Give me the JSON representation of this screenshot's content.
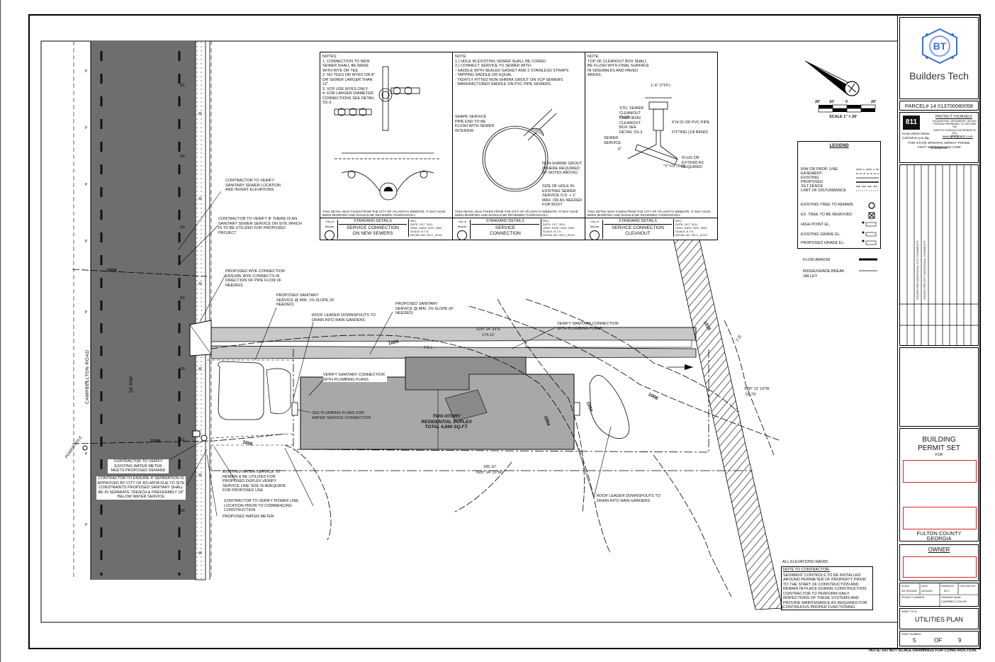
{
  "title_block": {
    "company": "Builders Tech",
    "logo_letters": "BT",
    "parcel": "PARCEL# 14 013700080058",
    "call811": {
      "number": "811",
      "protect": "PROTECT YOURSELF",
      "lines": [
        "EXCAVATORS, DESIGNERS, OR ANY",
        "PERSON PREPARING TO DISTURB THE",
        "EARTH'S SURFACE ANYWHERE IN ANY",
        "STATE"
      ],
      "know_what": "Know what's below.",
      "call_before": "Call before you dig.",
      "website": "www.georgia811.com",
      "state_numbers": "FOR STATE SPECIFIC DIRECT PHONE NUMBERS",
      "visit": "VISIT: WWW.CALL811.COM"
    },
    "revision_text_1": "ISSUED PER ADDITIONAL CITY COMMENTS",
    "revision_text_2": "ISSUED PER CITY ADDITIONAL COMMENTS",
    "permit_title_1": "BUILDING",
    "permit_title_2": "PERMIT SET",
    "permit_for": "FOR",
    "county": "FULTON COUNTY",
    "state": "GEORGIA",
    "owner_label": "OWNER",
    "scale_label": "SCALE",
    "scale_value": "AS SHOWN",
    "date_label": "DATE",
    "date_value": "04/03/26",
    "drawn_label": "DRAWN BY",
    "drawn_value": "BTC",
    "checked_label": "CHECKED BY",
    "project_number_label": "PROJECT NUMBER",
    "drawing_name_label": "DRAWING NAME",
    "drawing_name_value": "CAMPBELLTON RD",
    "sheet_title_label": "SHEET TITLE",
    "sheet_title": "UTILITIES PLAN",
    "sheet_number_label": "SHEET NUMBER",
    "sheet_number": "5",
    "sheet_of": "OF",
    "sheet_total": "9",
    "footer": "NOTE: DO NOT SCALE DRAWINGS FOR CONSTRUCTION."
  },
  "scale_bar": {
    "labels": [
      "20'",
      "10'",
      "0",
      "20'"
    ],
    "caption": "SCALE 1\" = 20'"
  },
  "details": [
    {
      "notes_title": "NOTES:",
      "notes": [
        "1. CONNECTION TO NEW SEWER SHALL BE MADE WITH WYE OR TEE.",
        "2. NO TEES OR WYES ON 8\" OR SEWER LARGER THAN 12\".",
        "3. VCP USE WYES ONLY.",
        "4. FOR LARGER DIAMETER CONNECTIONS SEE DETAIL SS-3."
      ],
      "disclaimer": "THIS DETAIL WAS TAKEN FROM THE CITY OF ATLANTA'S WEBSITE. IT MAY HAVE BEEN MODIFIED AND SHOULD BE REVIEWED THOROUGHLY.",
      "header": "STANDARD DETAILS",
      "title_1": "SERVICE CONNECTION",
      "title_2": "ON NEW SEWERS",
      "rev": "REV.",
      "date": "DATE: OCT. 2011",
      "orig": "ORIG. DATE: NOV. 2004",
      "scale": "SCALE: N.T.S.",
      "detail_no": "DETAIL NO. SS-C_SC01",
      "city": "City of Atlanta"
    },
    {
      "notes_title": "NOTE:",
      "notes": [
        "1.) HOLE IN EXISTING SEWER SHALL BE CORED.",
        "2.) CONNECT SERVICE TO SEWER WITH:",
        "- SADDLE WITH SEALED GASKET AND 2 STAINLESS STRAPS",
        "- TAPPING SADDLE OR EQUAL",
        "- TIGHTLY FITTED NON-SHRINK GROUT ON VCP SEWERS",
        "- MANUFACTURED SADDLE ON PVC PIPE SEWERS"
      ],
      "callouts": [
        "SHAPE SERVICE PIPE END TO BE FLUSH WITH SEWER INTERIOR",
        "NON-SHRINK GROUT (WHERE REQUIRED BY NOTES ABOVE)",
        "SIZE OF HOLE IN EXISTING SEWER SERVICE O.D. + 1\" MAX. OR AS NEEDED FOR BOOT"
      ],
      "disclaimer": "THIS DETAIL WAS TAKEN FROM THE CITY OF ATLANTA'S WEBSITE. IT MAY HAVE BEEN MODIFIED AND SHOULD BE REVIEWED THOROUGHLY.",
      "header": "STANDARD DETAILS",
      "title_1": "SERVICE",
      "title_2": "CONNECTION",
      "rev": "REV.",
      "date": "DATE: OCT. 2011",
      "orig": "ORIG. DATE: NOV. 2004",
      "scale": "SCALE: N.T.S.",
      "detail_no": "DETAIL NO. SS-C_SC02",
      "city": "City of Atlanta"
    },
    {
      "notes_title": "NOTE:",
      "notes": [
        "TOP OF CLEANOUT BOX SHALL BE FLUSH WITH FINAL SURFACE IN SIDEWALKS AND PAVED AREAS."
      ],
      "callouts": [
        "STD. SEWER CLEANOUT PLUG",
        "CAST IRON CLEANOUT BOX SEE DETAIL SS-3",
        "SEWER SERVICE",
        "6\"",
        "6\"/4 DI OR PVC PIPE",
        "FITTING (1/8 BEND)",
        "PLUG OR EXTEND AS REQUIRED",
        "\"Y\" FITTING"
      ],
      "dimension": "1'-6\" (TYP.)",
      "disclaimer": "THIS DETAIL WAS TAKEN FROM THE CITY OF ATLANTA'S WEBSITE. IT MAY HAVE BEEN MODIFIED AND SHOULD BE REVIEWED THOROUGHLY.",
      "header": "STANDARD DETAILS",
      "title_1": "SERVICE CONNECTION",
      "title_2": "CLEANOUT",
      "rev": "REV.",
      "date": "DATE: OCT. 2011",
      "orig": "ORIG. DATE: NOV. 2004",
      "scale": "SCALE: N.T.S.",
      "detail_no": "DETAIL NO. SS-C_SC03",
      "city": "City of Atlanta"
    }
  ],
  "legend": {
    "title": "LEGEND",
    "items": [
      "R/W OR PROP. LINE",
      "EASEMENT",
      "EXISTING",
      "PROPOSED",
      "SILT FENCE",
      "LIMIT OF DISTURBANCE",
      "EXISTING TREE TO REMAIN",
      "EX. TREE TO BE REMOVED",
      "HIGH POINT EL.",
      "EXISTING GRADE EL.",
      "PROPOSED GRADE EL.",
      "FLOW ARROW",
      "RIDGE/GRADE BREAK VALLEY"
    ]
  },
  "plan": {
    "road_name": "CAMPBELLTON ROAD",
    "road_rw": "50' R/W",
    "contour_1004_a": "1004",
    "contour_1004_b": "1004",
    "contour_1004_c": "1004",
    "contour_1006": "1006",
    "contour_1008": "1008",
    "contour_1010": "1010",
    "contour_1004_d": "1004",
    "contour_1004_e": "1004",
    "bearing_top": "S29° 24' 33\"E",
    "dist_top": "174.12'",
    "bearing_bottom": "N29° 24' 33\"W",
    "dist_bottom": "185.10'",
    "bearing_right": "S48° 12' 19\"W",
    "dist_right": "51.79'",
    "building_1": "TWO-STORY",
    "building_2": "RESIDENTIAL DUPLEX",
    "building_3": "TOTAL 4,840 SQ.FT.",
    "angle_label": "7.0'",
    "power_pole": "POWER POLE",
    "tel": "T.E.L.",
    "notes": {
      "verify_sewer": "CONTRACTOR TO VERIFY SANITARY SEWER LOCATION AND INVERT ELEVATIONS",
      "verify_existing": "CONTRACTOR TO VERIFY IF THERE IS AN SANITARY SEWER SERVICE ON SITE WHICH IS TO BE UTILIZED FOR PROPOSED PROJECT",
      "wye": "PROPOSED WYE CONNECTION ENSURE WYE CONNECTS IN DIRECTION OF PIPE FLOW (IF NEEDED)",
      "san_service_1": "PROPOSED SANITARY SERVICE @ MIN. 1% SLOPE (IF NEEDED)",
      "san_service_2": "PROPOSED SANITARY SERVICE @ MIN. 1% SLOPE (IF NEEDED)",
      "roof_leader_1": "ROOF LEADER DOWNSPOUTS TO DRAIN INTO RAIN GARDENS",
      "verify_plumbing_1": "VERIFY SANITARY CONNECTION WITH PLUMBING PLANS",
      "verify_plumbing_2": "VERIFY SANITARY CONNECTION WITH PLUMBING PLANS",
      "see_plumbing": "SEE PLUMBING PLANS FOR WATER SERVICE CONNECTION",
      "verify_meter": "CONTRACTOR TO VERIFY EXISTING WATER METER MEETS PROPOSED DEMAND",
      "separation": "CONTRACTOR TO ENSURE 4' SEPARATION IS APPROVED BY CITY OF ATLANTA DUE TO SITE CONSTRAINTS PROPOSED SANITARY SHALL BE IN SEPARATE TRENCH & PREFERABLY 18\" BELOW WATER SERVICE",
      "existing_water": "EXISTING WATER SERVICE TO REMAIN & BE UTILIZED FOR PROPOSED DUPLEX VERIFY SERVICE LINE SIZE IS ADEQUATE FOR PROPOSED USE",
      "power_line": "CONTRACTOR TO VERIFY POWER LINE LOCATION PRIOR TO COMMENCING CONSTRUCTION",
      "water_meter": "PROPOSED WATER METER",
      "roof_leader_2": "ROOF LEADER DOWNSPOUTS TO DRAIN INTO RAIN GARDENS",
      "elevations": "ALL ELEVATIONS NAD83",
      "contractor_title": "NOTE TO CONTRACTOR:",
      "contractor_body": "SEDIMENT CONTROLS TO BE INSTALLED AROUND PERIMETER OF PROPERTY PRIOR TO THE START OF CONSTRUCTION AND REMAIN IN PLACE DURING CONSTRUCTION. CONTRACTOR TO PERFORM DAILY INSPECTIONS OF THESE SYSTEMS AND PROVIDE MAINTENANCE AS REQUIRED FOR CONTINUOUS PROPER FUNCTIONING."
    }
  },
  "colors": {
    "road": "#6e6e6e",
    "building": "#a8a8a8",
    "driveway": "#c8c8c8",
    "brand_blue": "#3b6fd9",
    "red": "#e02020"
  }
}
